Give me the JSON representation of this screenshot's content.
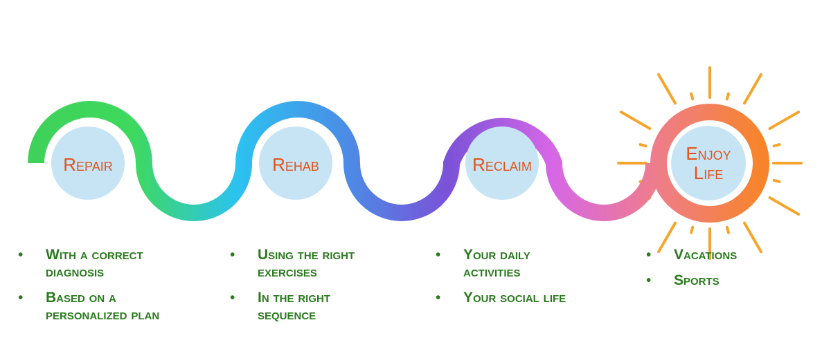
{
  "stages": [
    {
      "title": "Repair",
      "bullets": [
        "With a correct diagnosis",
        "Based on a personalized plan"
      ]
    },
    {
      "title": "Rehab",
      "bullets": [
        "Using the right exercises",
        "In the right sequence"
      ]
    },
    {
      "title": "Reclaim",
      "bullets": [
        "Your daily activities",
        "Your social life"
      ]
    },
    {
      "title_lines": [
        "Enjoy",
        "Life"
      ],
      "bullets": [
        "Vacations",
        "Sports"
      ]
    }
  ],
  "colors": {
    "label": "#e2531c",
    "bullet_text": "#2a7a1e",
    "label_circle": "#c6e4f4",
    "sun_rays": "#f5a52c",
    "gradient_stops": [
      "#3fd15a",
      "#3ed95e",
      "#2cc2f0",
      "#4a8ee6",
      "#7a52d8",
      "#d667e6",
      "#ee7d8a",
      "#f7842a"
    ]
  },
  "icons": [
    "sun-rays-icon"
  ]
}
